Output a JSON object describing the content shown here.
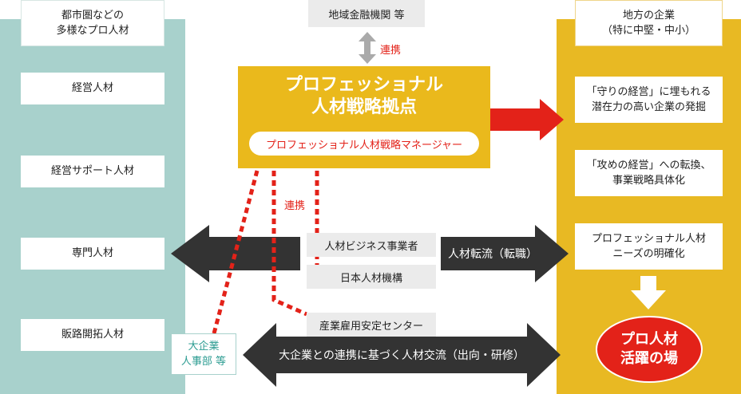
{
  "left_panel": {
    "title_line1": "都市圏などの",
    "title_line2": "多様なプロ人材",
    "items": [
      "経営人材",
      "経営サポート人材",
      "専門人材",
      "販路開拓人材"
    ]
  },
  "right_panel": {
    "title_line1": "地方の企業",
    "title_line2": "（特に中堅・中小）",
    "item1_line1": "「守りの経営」に埋もれる",
    "item1_line2": "潜在力の高い企業の発掘",
    "item2_line1": "「攻めの経営」への転換、",
    "item2_line2": "事業戦略具体化",
    "item3_line1": "プロフェッショナル人材",
    "item3_line2": "ニーズの明確化",
    "goal_line1": "プロ人材",
    "goal_line2": "活躍の場"
  },
  "center": {
    "hub_line1": "プロフェッショナル",
    "hub_line2": "人材戦略拠点",
    "manager": "プロフェッショナル人材戦略マネージャー",
    "finance": "地域金融機関 等",
    "link_top": "連携",
    "link_mid": "連携",
    "business": "人材ビジネス事業者",
    "japan_hr": "日本人材機構",
    "employment_center": "産業雇用安定センター",
    "transfer": "人材転流（転職）",
    "exchange": "大企業との連携に基づく人材交流（出向・研修）",
    "large_corp_line1": "大企業",
    "large_corp_line2": "人事部 等"
  },
  "colors": {
    "teal": "#a8d1cc",
    "gold": "#e8b923",
    "hub": "#eab91c",
    "red": "#e32219",
    "dark": "#333333",
    "gray": "#ebebeb"
  }
}
